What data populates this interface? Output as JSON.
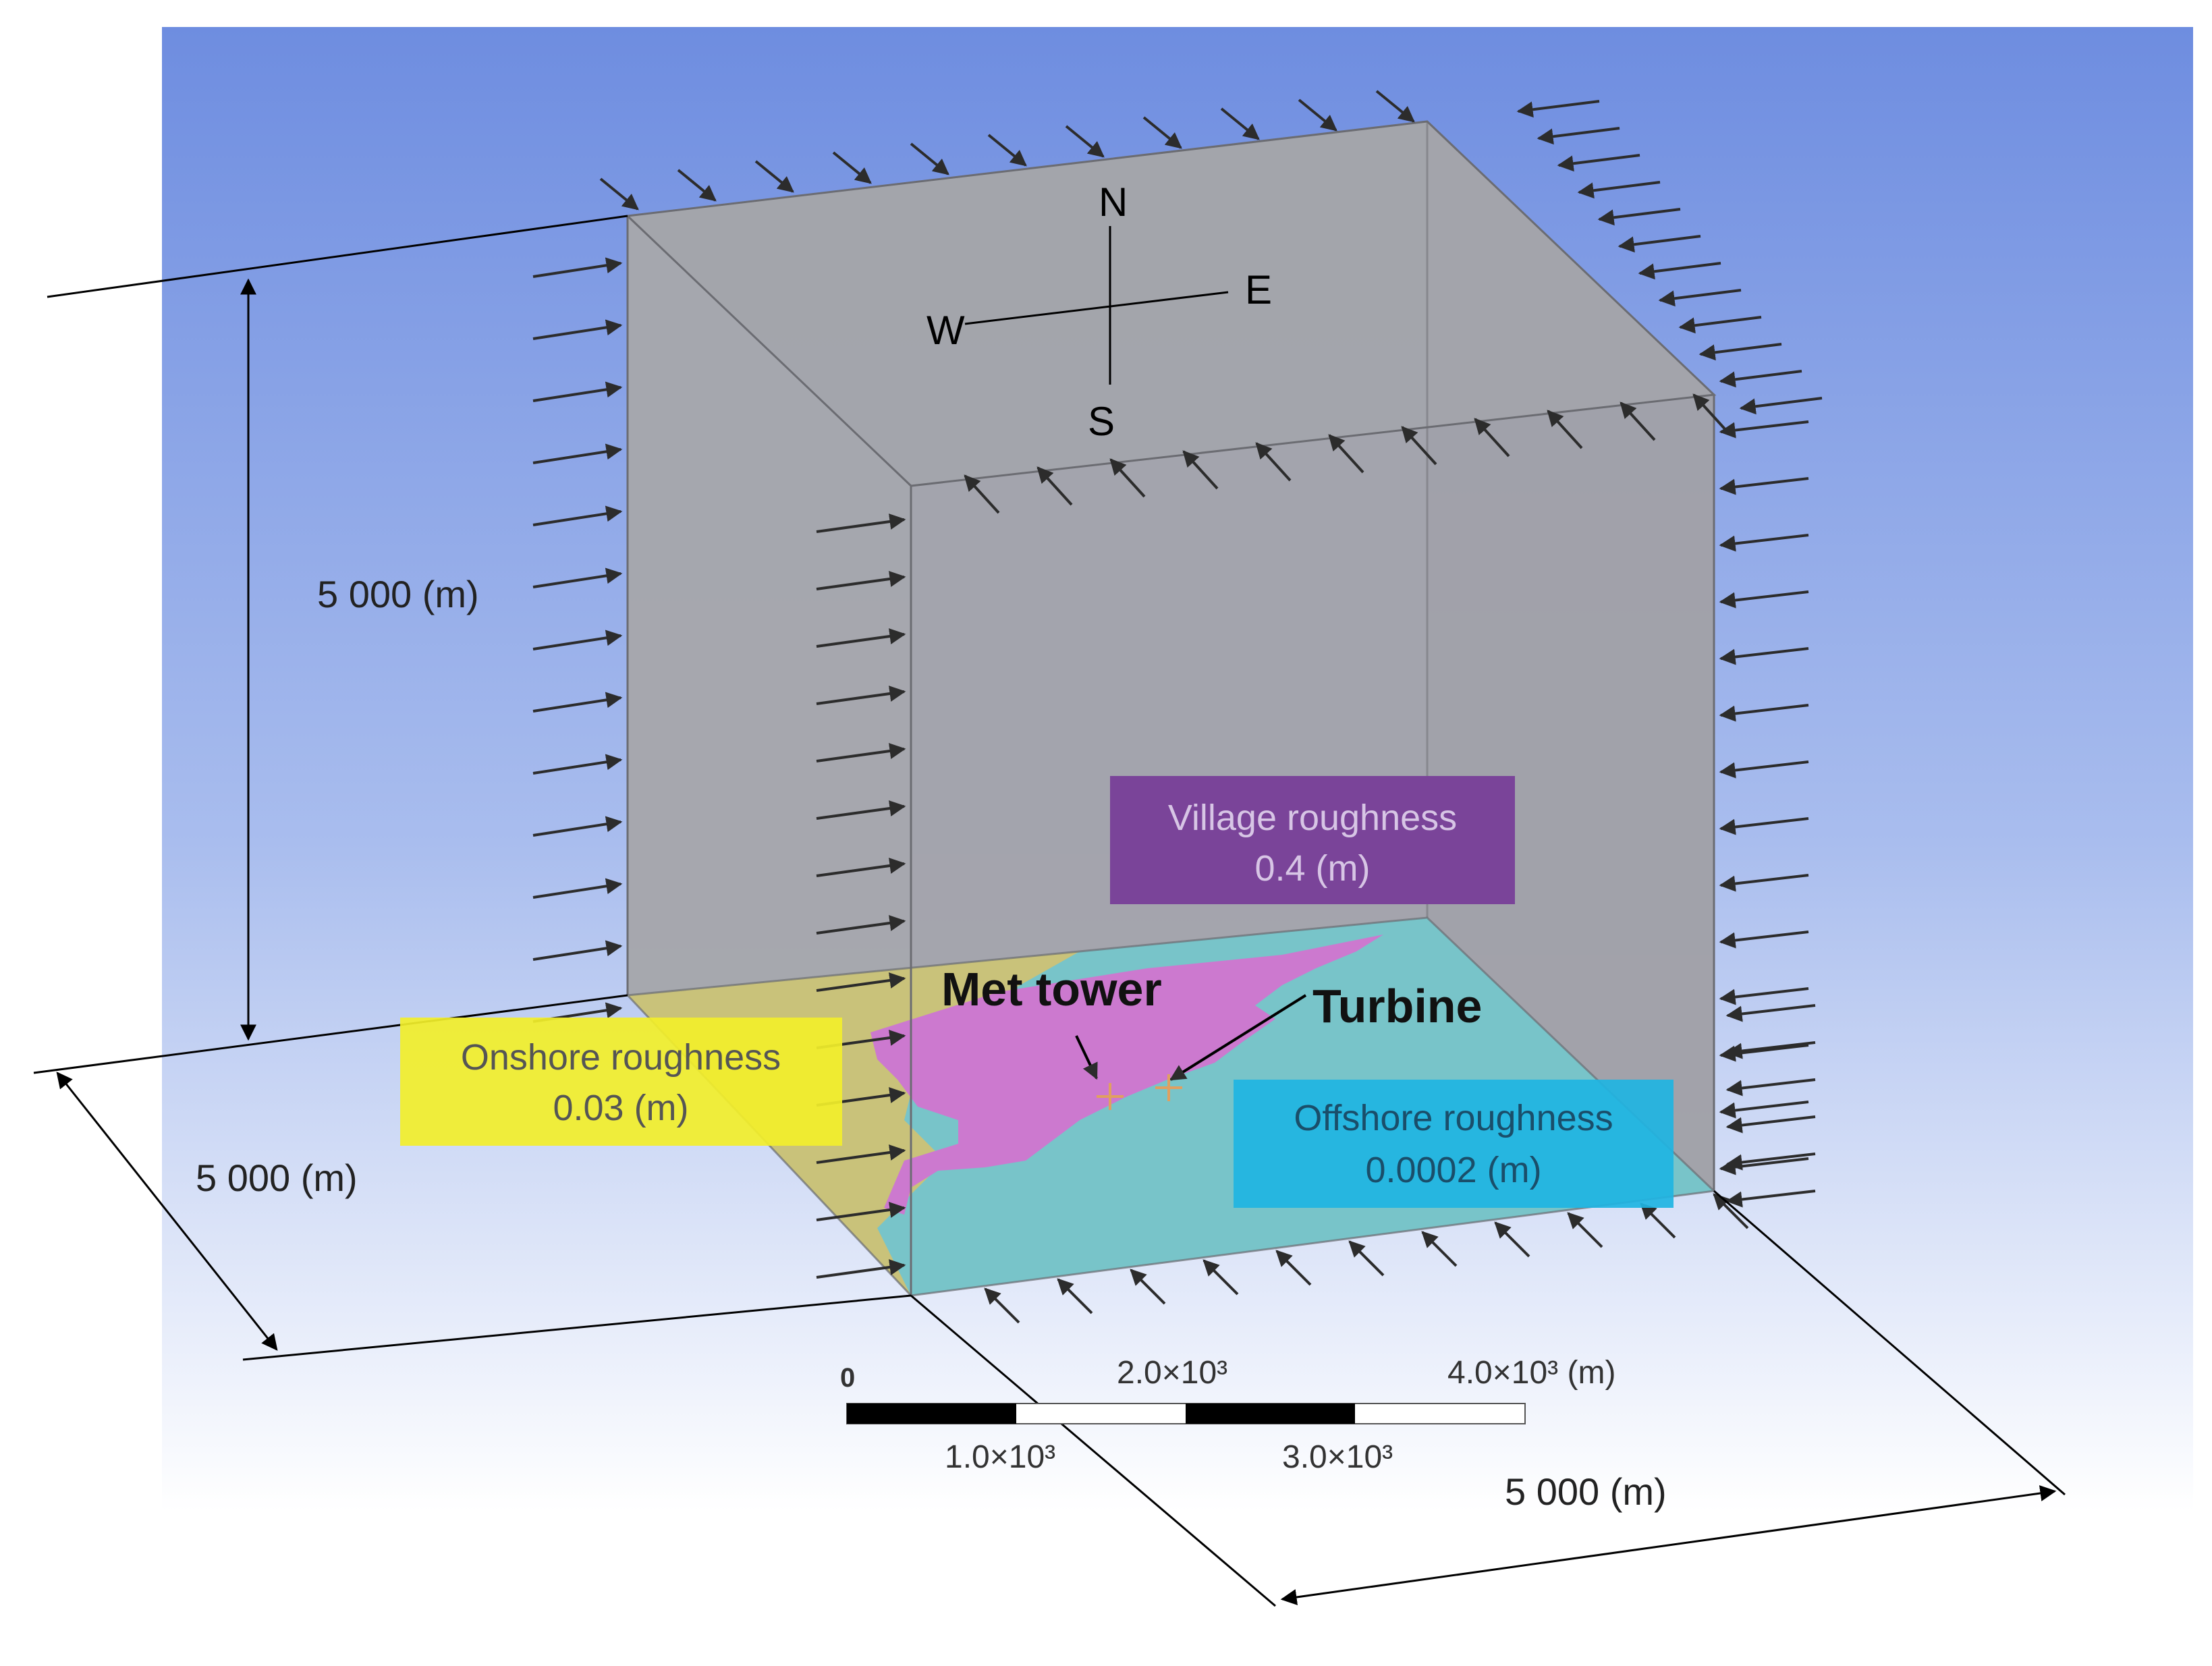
{
  "compass": {
    "north": "N",
    "south": "S",
    "east": "E",
    "west": "W"
  },
  "dimensions": {
    "height": "5 000 (m)",
    "depth": "5 000 (m)",
    "width": "5 000 (m)"
  },
  "regions": {
    "village": {
      "title": "Village roughness",
      "value": "0.4 (m)",
      "color": "#7a4499"
    },
    "onshore": {
      "title": "Onshore roughness",
      "value": "0.03 (m)",
      "color": "#f2ef2a"
    },
    "offshore": {
      "title": "Offshore roughness",
      "value": "0.0002 (m)",
      "color": "#1fb4e2"
    }
  },
  "markers": {
    "met_tower": "Met tower",
    "turbine": "Turbine"
  },
  "scale_bar": {
    "zero": "0",
    "t1": "1.0×10³",
    "t2": "2.0×10³",
    "t3": "3.0×10³",
    "t4": "4.0×10³ (m)"
  },
  "colors": {
    "sky_top": "#6e8de0",
    "sky_bottom": "#ffffff",
    "box_face": "#9e9fa6",
    "sea": "#78c4c9",
    "land_onshore": "#c9c27a",
    "land_village": "#cc79cf",
    "arrow": "#2c2c2c"
  }
}
